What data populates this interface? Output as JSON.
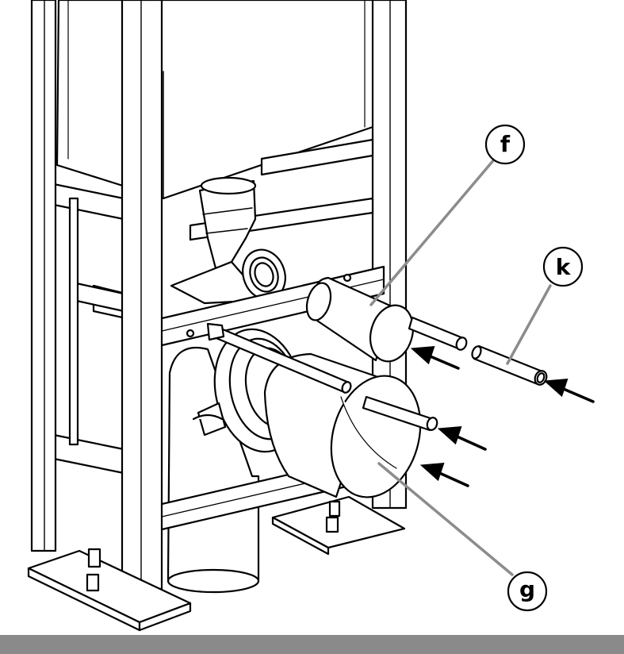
{
  "labels": {
    "f": "f",
    "k": "k",
    "g": "g"
  },
  "colors": {
    "ink": "#000000",
    "leader": "#8c8c8c",
    "bar": "#8a8a8a",
    "paper": "#ffffff"
  }
}
